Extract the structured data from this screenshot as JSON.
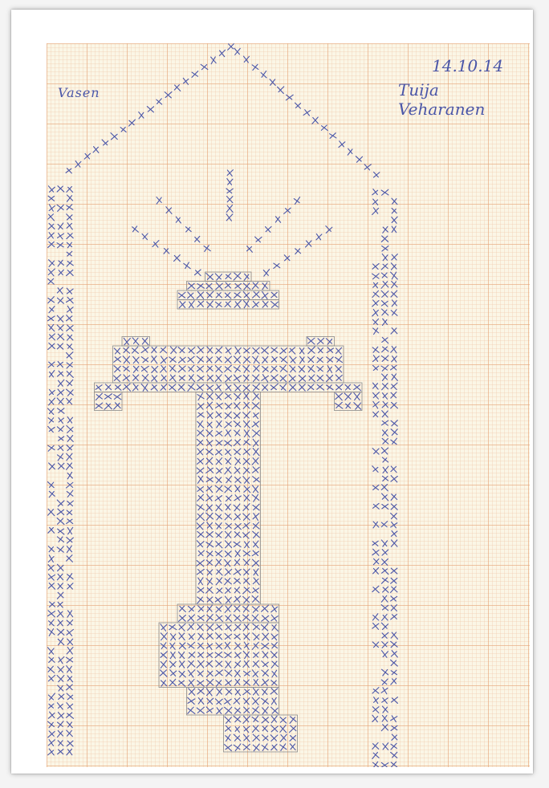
{
  "header": {
    "side_label": "Vasen",
    "date": "14.10.14",
    "signature": "Tuija Veharanen"
  },
  "colors": {
    "paper": "#fbf6e6",
    "grid": "#e6a578",
    "ink": "#4a56a8",
    "cell_outline": "#8a8a8a"
  },
  "icons": [
    "cross-stitch-mark"
  ]
}
